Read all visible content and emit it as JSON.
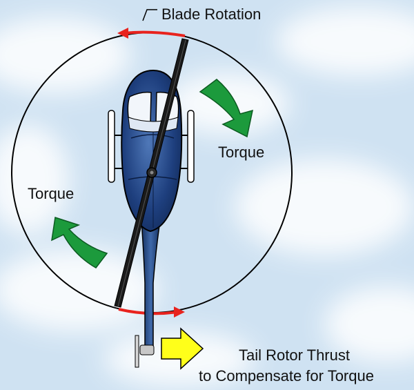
{
  "labels": {
    "blade_rotation": "Blade Rotation",
    "torque_right": "Torque",
    "torque_left": "Torque",
    "tail_thrust_line1": "Tail Rotor Thrust",
    "tail_thrust_line2": "to Compensate for Torque"
  },
  "colors": {
    "sky": "#cfe2f2",
    "cloud": "#ffffff",
    "rotation_arrow": "#e8231e",
    "torque_arrow": "#1c9a3c",
    "thrust_arrow": "#ffff1a",
    "helicopter_body": "#1e3f7e",
    "outline": "#000000"
  }
}
